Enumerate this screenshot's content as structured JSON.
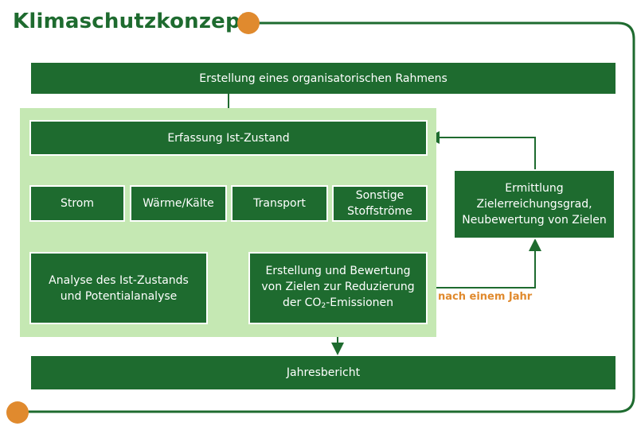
{
  "title": "Klimaschutzkonzept",
  "boxes": {
    "rahmen": "Erstellung eines organisatorischen Rahmens",
    "erfassung": "Erfassung Ist-Zustand",
    "strom": "Strom",
    "waerme": "Wärme/Kälte",
    "transport": "Transport",
    "sonstige": "Sonstige\nStoffströme",
    "analyse": "Analyse des Ist-Zustands\nund Potentialanalyse",
    "ziele_pre": "Erstellung und Bewertung\nvon Zielen zur Reduzierung\nder CO",
    "ziele_sub": "2",
    "ziele_post": "-Emissionen",
    "ermittlung": "Ermittlung\nZielerreichungsgrad,\nNeubewertung von Zielen",
    "jahresbericht": "Jahresbericht"
  },
  "note": "nach einem Jahr",
  "colors": {
    "dark_green": "#1e6b2f",
    "light_green": "#c5e8b3",
    "orange": "#e08a2e"
  }
}
